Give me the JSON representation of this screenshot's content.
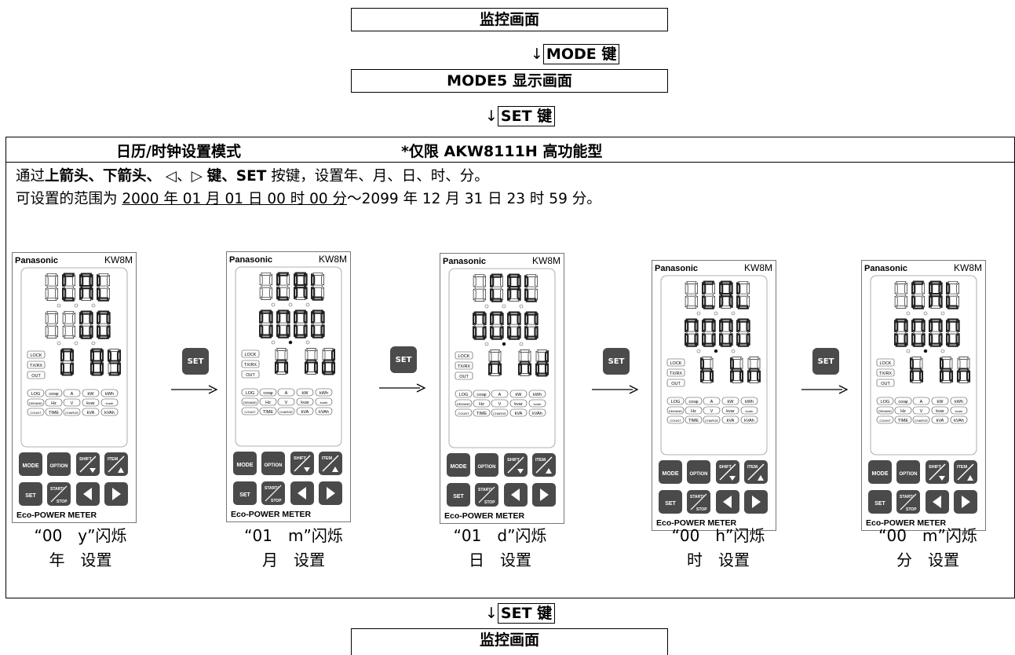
{
  "top_box": "监控画面",
  "mode_arrow": "↓",
  "mode_key": "MODE 键",
  "mode5_box": "MODE5 显示画面",
  "set_arrow": "↓",
  "set_key": "SET 键",
  "section": {
    "title_left": "日历/时钟设置模式",
    "title_right": "*仅限 AKW8111H 高功能型",
    "line1": {
      "p1": "通过",
      "p2": "上箭头、下箭头、",
      "p3": " ◁、▷ ",
      "p4": "键、SET",
      "p5": " 按键，设置年、月、日、时、分。"
    },
    "line2": {
      "p1": "可设置的范围为 ",
      "p2": "2000 年 01 月 01 日 00 时 00 分",
      "p3": "～2099 年 12 月 31 日 23 时 59 分。"
    }
  },
  "meter": {
    "brand": "Panasonic",
    "model": "KW8M",
    "footer": "Eco-POWER METER",
    "status_labels": [
      "LOCK",
      "TX/RX",
      "OUT"
    ],
    "unit_rows": [
      [
        "LOG",
        "cosφ",
        "A",
        "kW",
        "kWh"
      ],
      [
        "DEMAND",
        "Hz",
        "V",
        "kvar",
        "kvarh"
      ],
      [
        "COUNT",
        "TIME",
        "CHARGE",
        "kVA",
        "kVAh"
      ]
    ],
    "buttons_row1": [
      "MODE",
      "OPTION",
      "SHIFT",
      "ITEM"
    ],
    "buttons_row2": [
      "SET",
      "START/STOP"
    ]
  },
  "set_icon_label": "SET",
  "steps": [
    {
      "flash": "“00　y”闪烁",
      "setting": "年　设置"
    },
    {
      "flash": "“01　m”闪烁",
      "setting": "月　设置"
    },
    {
      "flash": "“01　d”闪烁",
      "setting": "日　设置"
    },
    {
      "flash": "“00　h”闪烁",
      "setting": "时　设置"
    },
    {
      "flash": "“00　m”闪烁",
      "setting": "分　设置"
    }
  ],
  "bottom_arrow": "↓",
  "bottom_key": "SET 键",
  "bottom_box": "监控画面"
}
